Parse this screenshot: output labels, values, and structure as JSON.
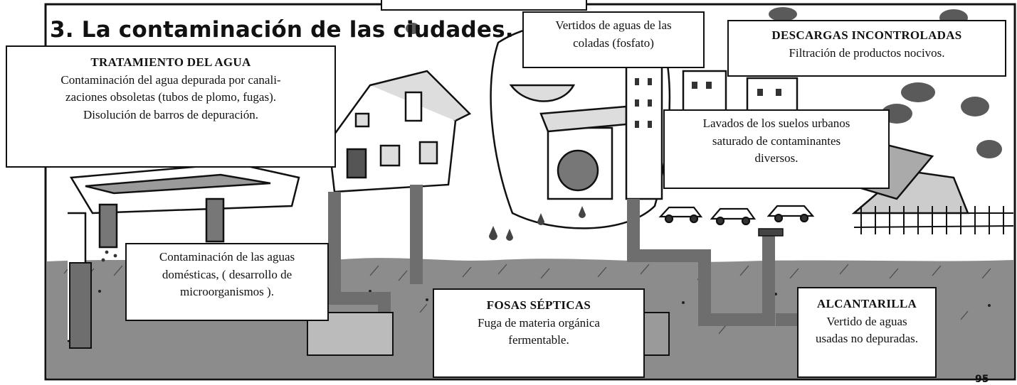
{
  "title": "3. La contaminación de las ciudades.",
  "boxes": {
    "tratamiento": {
      "heading": "TRATAMIENTO DEL AGUA",
      "lines": [
        "Contaminación del agua depurada por canali-",
        "zaciones obsoletas (tubos de plomo, fugas).",
        "Disolución de barros de depuración."
      ]
    },
    "vertidos_coladas": {
      "lines": [
        "Vertidos de aguas de las",
        "coladas (fosfato)"
      ]
    },
    "descargas": {
      "heading": "DESCARGAS INCONTROLADAS",
      "lines": [
        "Filtración de productos nocivos."
      ]
    },
    "lavados": {
      "lines": [
        "Lavados de los suelos urbanos",
        "saturado de contaminantes",
        "diversos."
      ]
    },
    "domesticas": {
      "lines": [
        "Contaminación de las aguas",
        "domésticas, ( desarrollo de",
        "microorganismos )."
      ]
    },
    "fosas": {
      "heading": "FOSAS SÉPTICAS",
      "lines": [
        "Fuga de materia orgánica",
        "fermentable."
      ]
    },
    "alcantarilla": {
      "heading": "ALCANTARILLA",
      "lines": [
        "Vertido de aguas",
        "usadas no depuradas."
      ]
    }
  },
  "page_number": "95",
  "colors": {
    "ink": "#111111",
    "ground": "#8c8c8c",
    "pipe": "#6e6e6e",
    "smoke": "#5a5a5a"
  }
}
